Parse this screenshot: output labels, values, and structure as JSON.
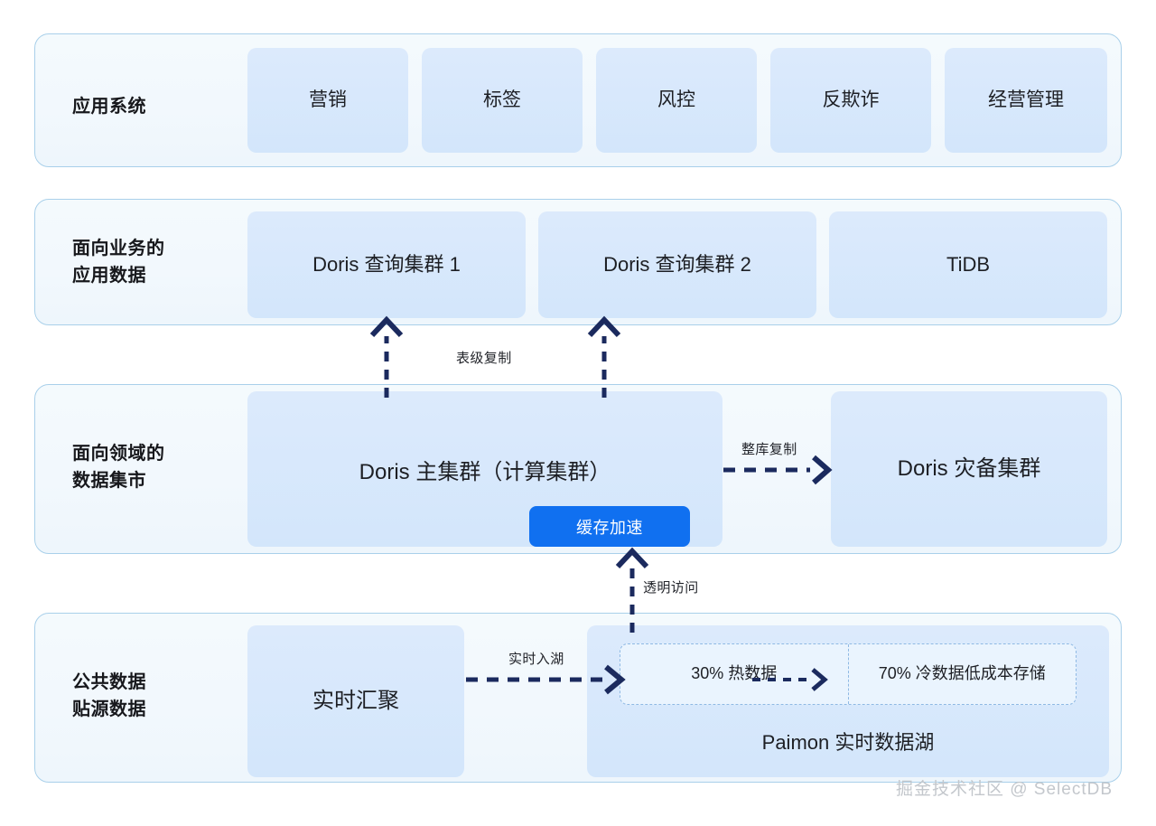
{
  "theme": {
    "page_background": "#ffffff",
    "band_border": "#a9d0ea",
    "band_fill": "#f3f9fd",
    "tile_fill": "#d6e8fb",
    "accent_blue": "#1070f0",
    "connector_navy": "#1b2a5e",
    "dashed_border": "#8fb9e4",
    "watermark_color": "#c3c7cc"
  },
  "rows": [
    {
      "id": "application-systems",
      "label": "应用系统",
      "tiles": [
        {
          "label": "营销"
        },
        {
          "label": "标签"
        },
        {
          "label": "风控"
        },
        {
          "label": "反欺诈"
        },
        {
          "label": "经营管理"
        }
      ]
    },
    {
      "id": "business-facing-application-data",
      "label": "面向业务的\n应用数据",
      "tiles": [
        {
          "label": "Doris 查询集群 1"
        },
        {
          "label": "Doris 查询集群 2"
        },
        {
          "label": "TiDB"
        }
      ]
    },
    {
      "id": "domain-facing-data-mart",
      "label": "面向领域的\n数据集市",
      "tiles": [
        {
          "label": "Doris 主集群（计算集群）"
        },
        {
          "label": "Doris 灾备集群"
        }
      ],
      "badge": {
        "label": "缓存加速"
      }
    },
    {
      "id": "public-source-data",
      "label": "公共数据\n贴源数据",
      "tiles": [
        {
          "label": "实时汇聚"
        }
      ],
      "lake": {
        "title": "Paimon 实时数据湖",
        "segments": [
          {
            "label": "30% 热数据"
          },
          {
            "label": "70% 冷数据低成本存储"
          }
        ]
      }
    }
  ],
  "connectors": [
    {
      "id": "table-level-replication",
      "label": "表级复制",
      "direction": "up"
    },
    {
      "id": "whole-database-replication",
      "label": "整库复制",
      "direction": "right"
    },
    {
      "id": "transparent-access",
      "label": "透明访问",
      "direction": "up"
    },
    {
      "id": "realtime-ingest-to-lake",
      "label": "实时入湖",
      "direction": "right"
    }
  ],
  "watermark": {
    "text": "掘金技术社区 @ SelectDB"
  }
}
